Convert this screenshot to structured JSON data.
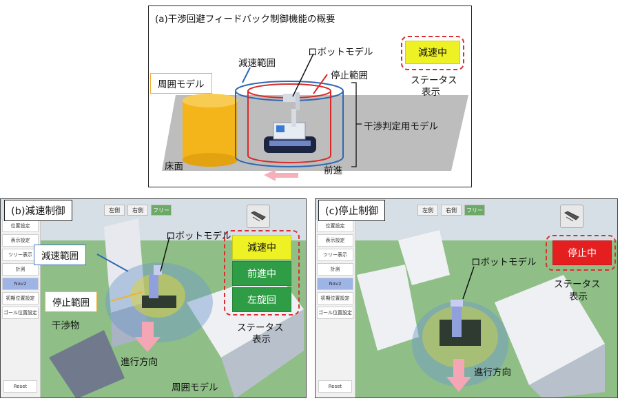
{
  "panel_a": {
    "title": "(a)干渉回避フィードバック制御機能の概要",
    "labels": {
      "deceleration_range": "減速範囲",
      "robot_model": "ロボットモデル",
      "stop_range": "停止範囲",
      "surrounding_model": "周囲モデル",
      "interference_model": "干渉判定用モデル",
      "floor": "床面",
      "forward": "前進"
    },
    "status_badge": "減速中",
    "status_caption_line1": "ステータス",
    "status_caption_line2": "表示"
  },
  "panel_b": {
    "title": "(b)減速制御",
    "tabs": [
      "左側",
      "右側",
      "フリー"
    ],
    "sidebar": [
      "位置設定",
      "表示設定",
      "ツリー表示",
      "計測",
      "Nav2",
      "初期位置設定",
      "ゴール位置設定"
    ],
    "reset": "Reset",
    "labels": {
      "robot_model": "ロボットモデル",
      "deceleration_range": "減速範囲",
      "stop_range": "停止範囲",
      "obstacle": "干渉物",
      "direction": "進行方向",
      "surrounding_model": "周囲モデル"
    },
    "statuses": [
      "減速中",
      "前進中",
      "左旋回"
    ],
    "status_caption_line1": "ステータス",
    "status_caption_line2": "表示"
  },
  "panel_c": {
    "title": "(c)停止制御",
    "tabs": [
      "左側",
      "右側",
      "フリー"
    ],
    "sidebar": [
      "位置設定",
      "表示設定",
      "ツリー表示",
      "計測",
      "Nav2",
      "初期位置設定",
      "ゴール位置設定"
    ],
    "reset": "Reset",
    "labels": {
      "robot_model": "ロボットモデル",
      "direction": "進行方向"
    },
    "status": "停止中",
    "status_caption_line1": "ステータス",
    "status_caption_line2": "表示"
  },
  "colors": {
    "decel_yellow": "#eef225",
    "forward_green": "#2e9d45",
    "stop_red": "#e51f1f",
    "scene_ground": "#8fbf87",
    "dashed_border": "#d83030"
  }
}
